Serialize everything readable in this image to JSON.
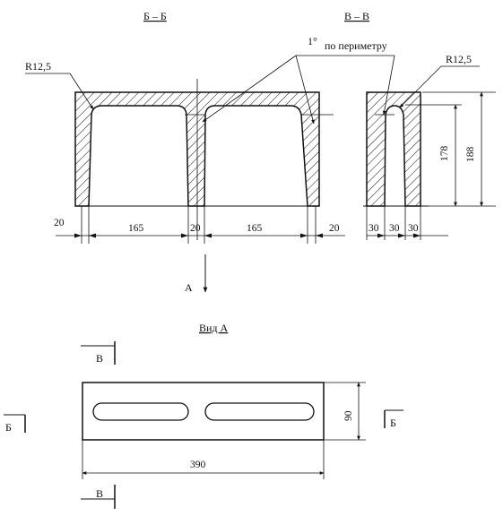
{
  "section_bb": {
    "title": "Б – Б",
    "radius": "R12,5",
    "dims": {
      "wall_left": "20",
      "cell_1": "165",
      "wall_mid": "20",
      "cell_2": "165",
      "wall_right": "20"
    }
  },
  "section_vv": {
    "title": "В – В",
    "radius": "R12,5",
    "dims": {
      "wall_1": "30",
      "slot": "30",
      "wall_2": "30",
      "h_inner": "178",
      "h_outer": "188"
    }
  },
  "perimeter_note": {
    "degree": "1°",
    "text": "по периметру"
  },
  "arrow_a": {
    "label": "А"
  },
  "view_a": {
    "title": "Вид А",
    "length": "390",
    "width": "90"
  },
  "markers": {
    "v_top": "В",
    "v_bottom": "В",
    "b_left": "Б",
    "b_right": "Б"
  }
}
